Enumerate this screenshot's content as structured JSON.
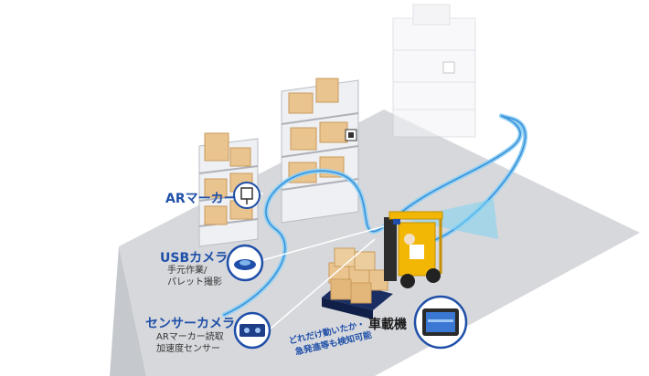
{
  "labels": {
    "ar_marker": {
      "title": "ARマーカー"
    },
    "usb_camera": {
      "title": "USBカメラ",
      "desc_line1": "手元作業/",
      "desc_line2": "パレット撮影"
    },
    "sensor_camera": {
      "title": "センサーカメラ",
      "desc_line1": "ARマーカー読取",
      "desc_line2": "加速度センサー"
    },
    "onboard_device": {
      "title": "車載機"
    },
    "detection_note": {
      "line1": "どれだけ動いたか・",
      "line2": "急発進等も検知可能"
    }
  },
  "colors": {
    "accent_blue": "#1f4fa8",
    "path_glow": "#8fd0f5",
    "floor": "#d6d8dc",
    "box": "#e9c48f",
    "forklift": "#f2b705"
  },
  "icons": [
    "ar-marker-icon",
    "usb-camera-icon",
    "sensor-camera-icon",
    "tablet-icon"
  ]
}
